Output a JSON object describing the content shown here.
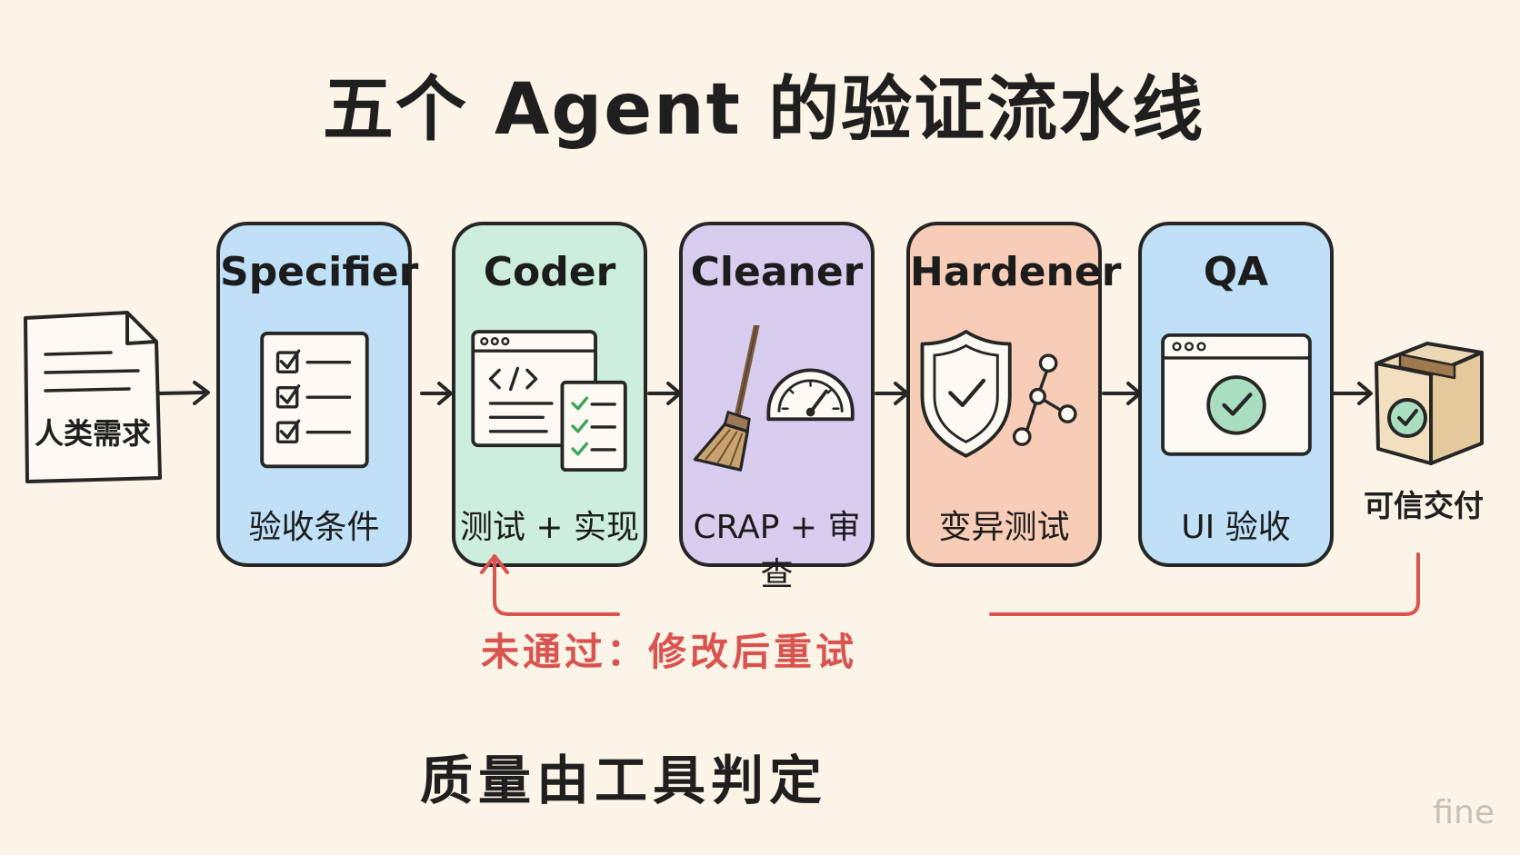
{
  "title": "五个 Agent 的验证流水线",
  "input": {
    "label": "人类需求"
  },
  "stages": [
    {
      "name": "Specifier",
      "tag": "验收条件",
      "fill": "#bfe0f6",
      "icon": "checklist-icon"
    },
    {
      "name": "Coder",
      "tag": "测试 + 实现",
      "fill": "#cdeedd",
      "icon": "code-window-icon"
    },
    {
      "name": "Cleaner",
      "tag": "CRAP + 审查",
      "fill": "#d9cdef",
      "icon": "broom-gauge-icon"
    },
    {
      "name": "Hardener",
      "tag": "变异测试",
      "fill": "#f8cdb8",
      "icon": "shield-graph-icon"
    },
    {
      "name": "QA",
      "tag": "UI 验收",
      "fill": "#bfe0f6",
      "icon": "browser-check-icon"
    }
  ],
  "output": {
    "label": "可信交付"
  },
  "feedback": {
    "label": "未通过：修改后重试",
    "color": "#d9534f"
  },
  "footer": "质量由工具判定",
  "watermark": "fine"
}
